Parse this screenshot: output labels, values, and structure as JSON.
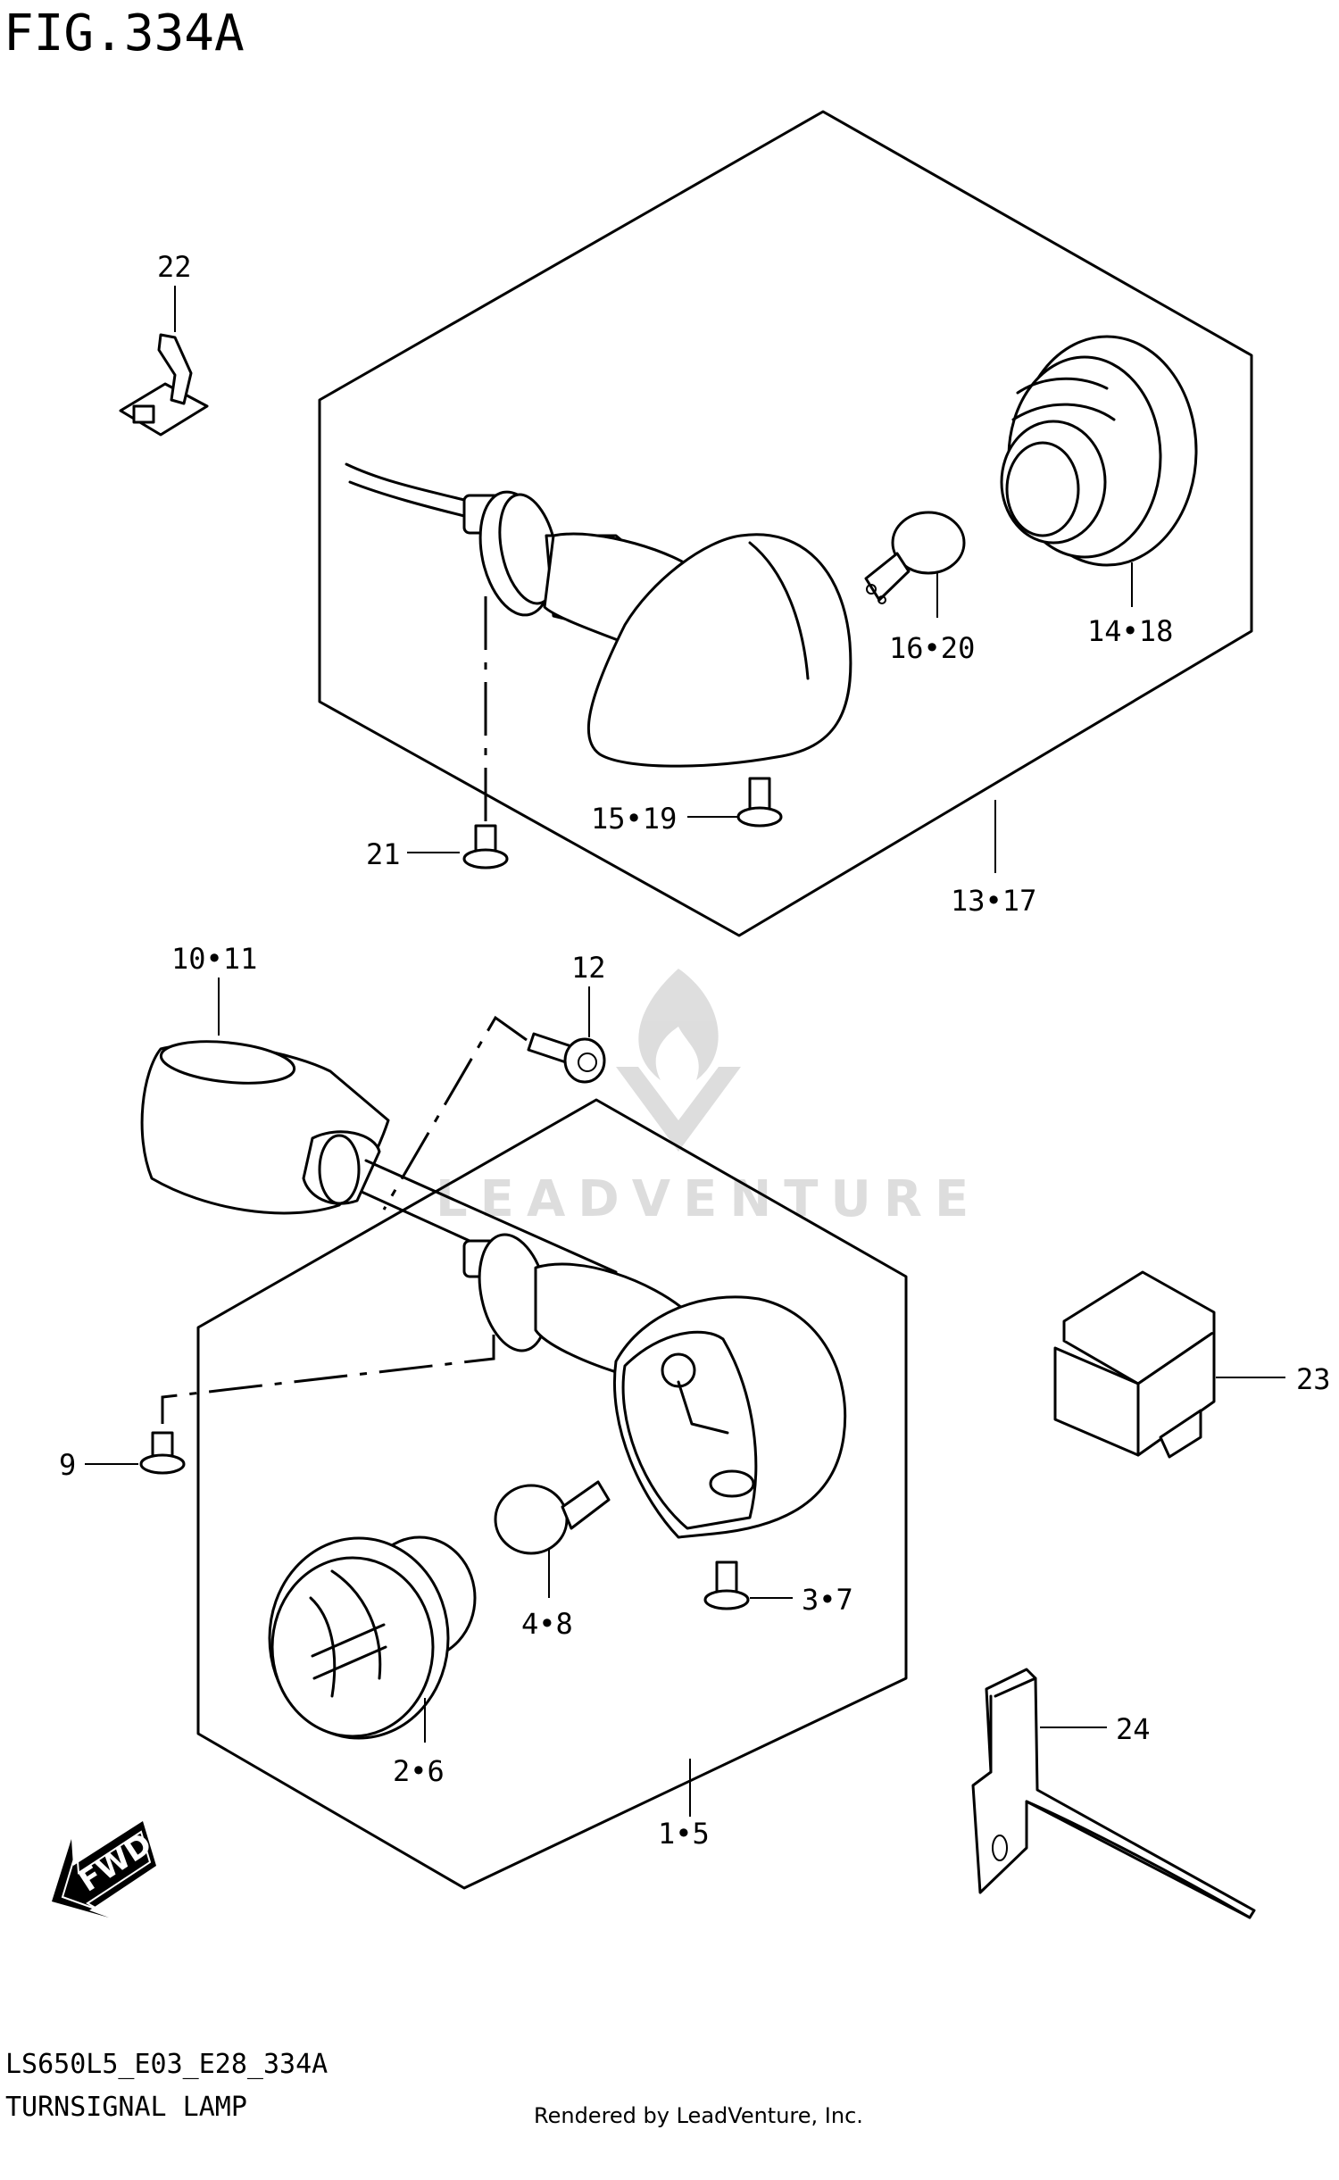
{
  "figure": {
    "title": "FIG.334A",
    "code": "LS650L5_E03_E28_334A",
    "name": "TURNSIGNAL LAMP",
    "credit": "Rendered by LeadVenture, Inc.",
    "watermark": "LEADVENTURE",
    "fwd_label": "FWD"
  },
  "callouts": [
    {
      "id": "c22",
      "label": "22"
    },
    {
      "id": "c1418",
      "label": "14•18"
    },
    {
      "id": "c1620",
      "label": "16•20"
    },
    {
      "id": "c1519",
      "label": "15•19"
    },
    {
      "id": "c21",
      "label": "21"
    },
    {
      "id": "c1317",
      "label": "13•17"
    },
    {
      "id": "c1011",
      "label": "10•11"
    },
    {
      "id": "c12",
      "label": "12"
    },
    {
      "id": "c23",
      "label": "23"
    },
    {
      "id": "c9",
      "label": "9"
    },
    {
      "id": "c48",
      "label": "4•8"
    },
    {
      "id": "c37",
      "label": "3•7"
    },
    {
      "id": "c26",
      "label": "2•6"
    },
    {
      "id": "c24",
      "label": "24"
    },
    {
      "id": "c15",
      "label": "1•5"
    }
  ]
}
